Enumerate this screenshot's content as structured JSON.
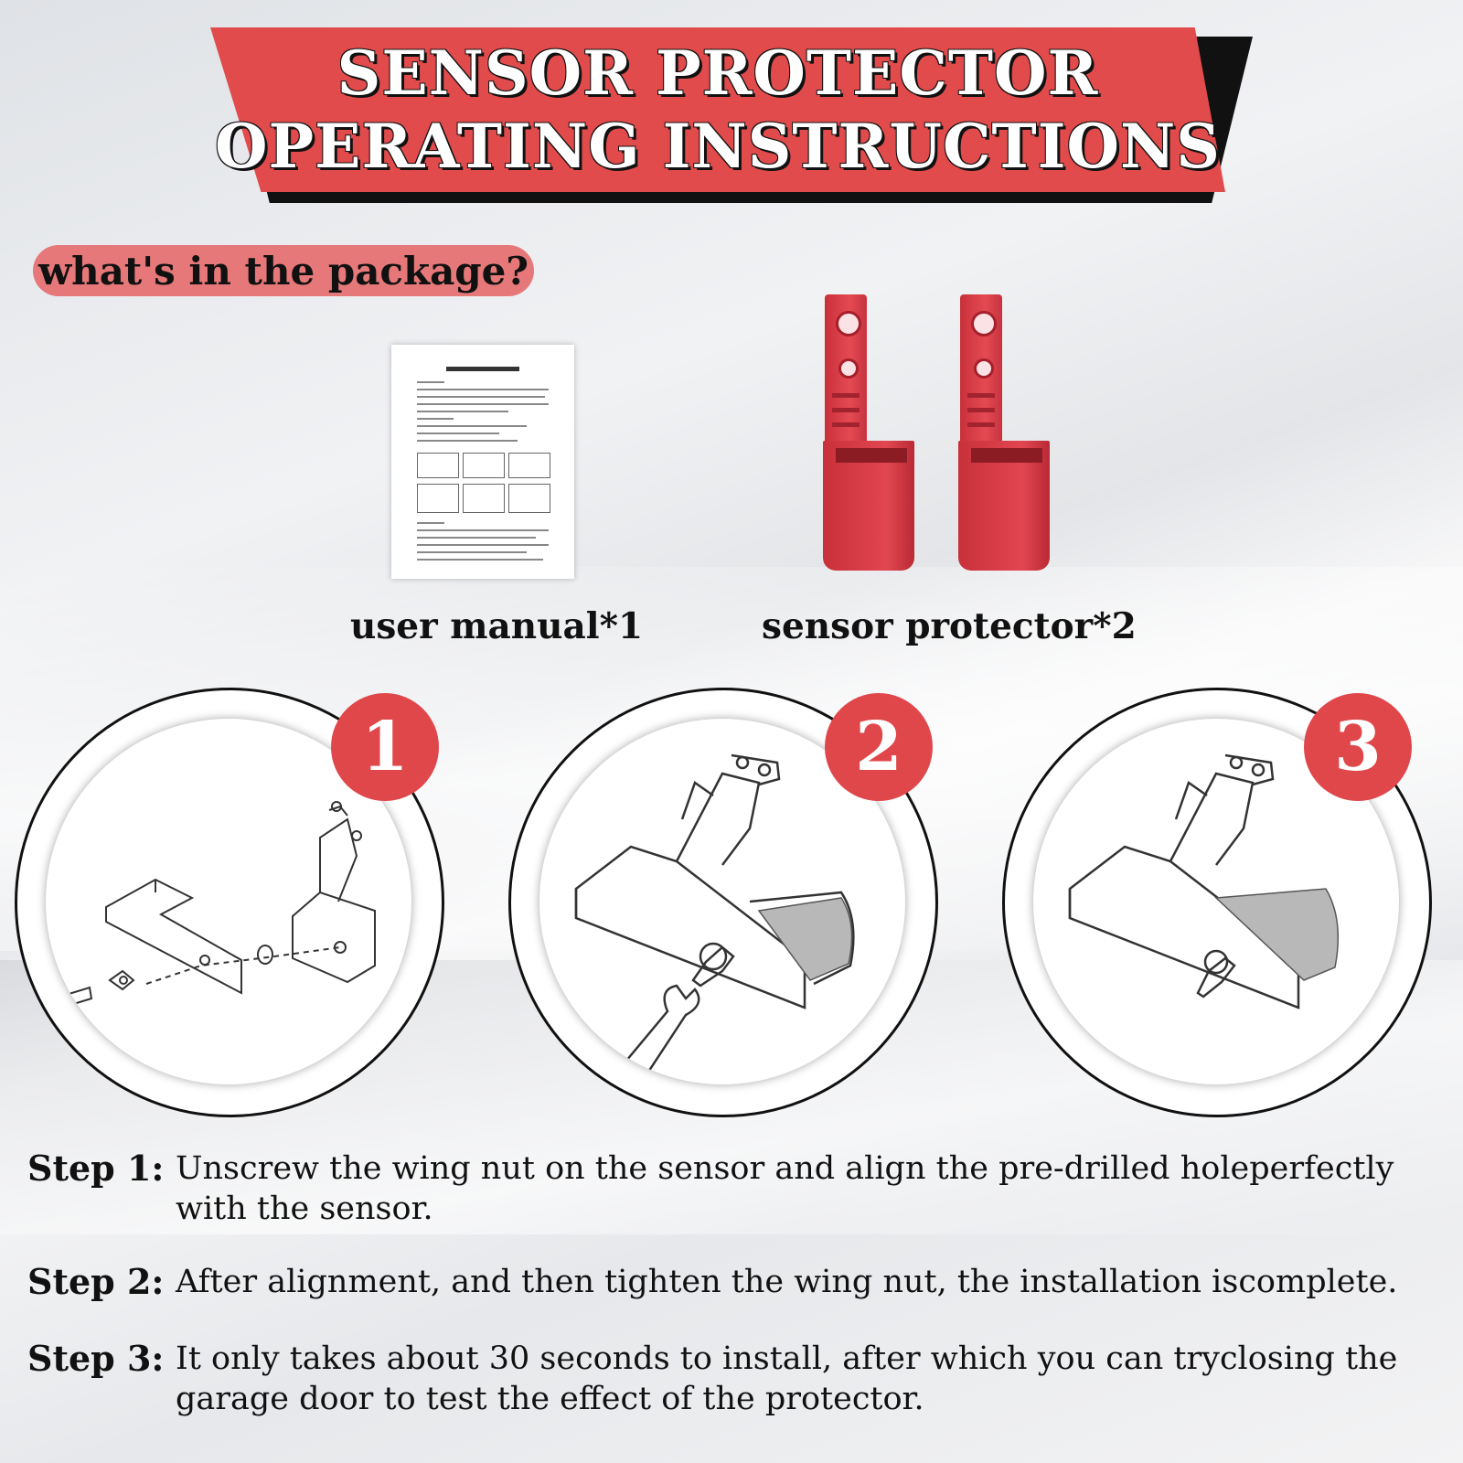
{
  "banner": {
    "line1": "SENSOR PROTECTOR",
    "line2": "OPERATING INSTRUCTIONS"
  },
  "package": {
    "heading": "what's in the package?",
    "items": [
      {
        "label": "user manual*1"
      },
      {
        "label": "sensor protector*2"
      }
    ]
  },
  "badges": [
    "1",
    "2",
    "3"
  ],
  "steps": [
    {
      "label": "Step 1:",
      "text": "Unscrew the wing nut on the sensor and align the pre-drilled holeperfectly with the sensor."
    },
    {
      "label": "Step 2:",
      "text": "After alignment, and then tighten the wing nut, the installation iscomplete."
    },
    {
      "label": "Step 3:",
      "text": "It only takes about 30 seconds to install, after which you can tryclosing the garage door to test the effect of the protector."
    }
  ],
  "colors": {
    "accent": "#e14b4c",
    "pill": "#e67879",
    "protector": "#d63a44"
  }
}
